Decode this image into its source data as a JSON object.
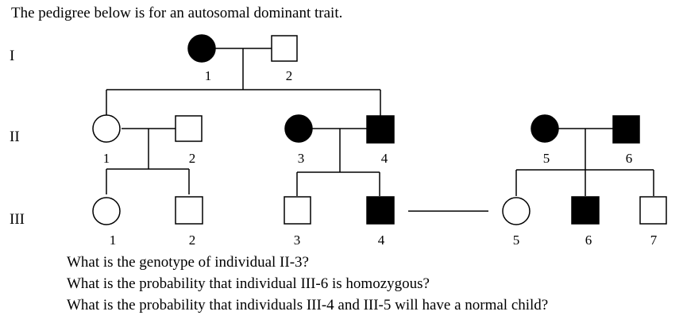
{
  "intro_text": "The pedigree below is for an autosomal dominant trait.",
  "generations": [
    "I",
    "II",
    "III"
  ],
  "individuals": [
    {
      "id": "I-1",
      "label": "1",
      "sex": "female",
      "affected": true
    },
    {
      "id": "I-2",
      "label": "2",
      "sex": "male",
      "affected": false
    },
    {
      "id": "II-1",
      "label": "1",
      "sex": "female",
      "affected": false
    },
    {
      "id": "II-2",
      "label": "2",
      "sex": "male",
      "affected": false
    },
    {
      "id": "II-3",
      "label": "3",
      "sex": "female",
      "affected": true
    },
    {
      "id": "II-4",
      "label": "4",
      "sex": "male",
      "affected": true
    },
    {
      "id": "II-5",
      "label": "5",
      "sex": "female",
      "affected": true
    },
    {
      "id": "II-6",
      "label": "6",
      "sex": "male",
      "affected": true
    },
    {
      "id": "III-1",
      "label": "1",
      "sex": "female",
      "affected": false
    },
    {
      "id": "III-2",
      "label": "2",
      "sex": "male",
      "affected": false
    },
    {
      "id": "III-3",
      "label": "3",
      "sex": "male",
      "affected": false
    },
    {
      "id": "III-4",
      "label": "4",
      "sex": "male",
      "affected": true
    },
    {
      "id": "III-5",
      "label": "5",
      "sex": "female",
      "affected": false
    },
    {
      "id": "III-6",
      "label": "6",
      "sex": "male",
      "affected": true
    },
    {
      "id": "III-7",
      "label": "7",
      "sex": "male",
      "affected": false
    }
  ],
  "questions": [
    "What is the genotype of individual II-3?",
    "What is the probability that individual III-6 is homozygous?",
    "What is the probability that individuals III-4 and III-5 will have a normal child?"
  ]
}
